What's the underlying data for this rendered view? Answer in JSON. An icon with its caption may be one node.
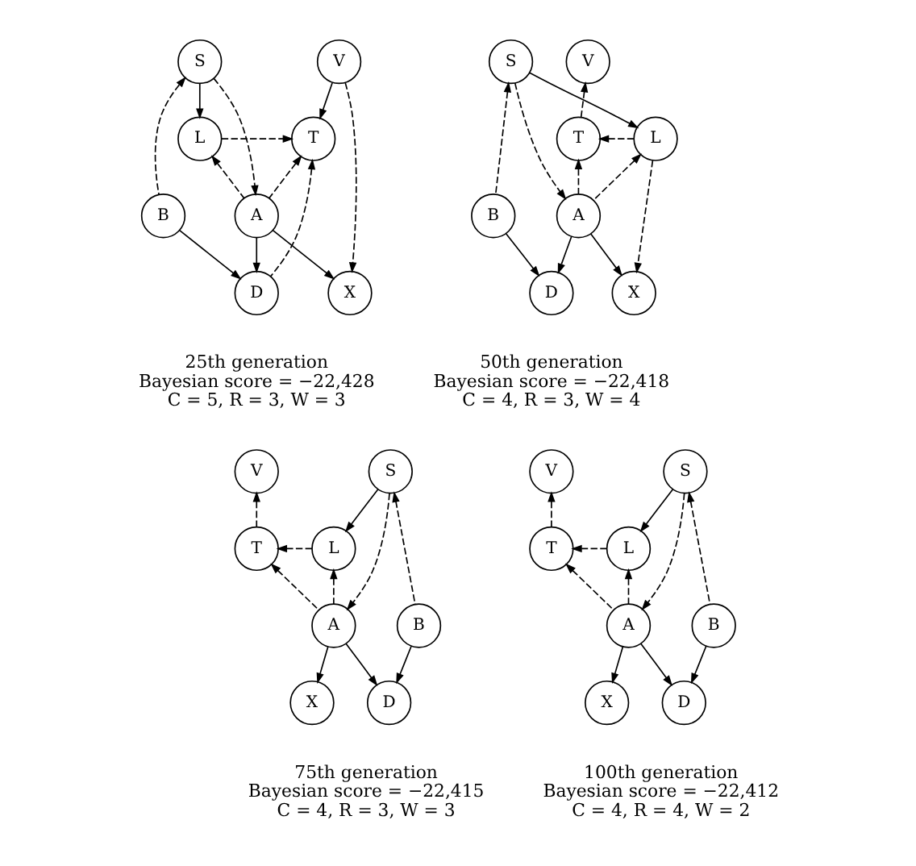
{
  "diagram": {
    "nodes": [
      {
        "text": [
          "V"
        ]
      },
      {
        "text": [
          "S"
        ]
      },
      {
        "text": [
          "T"
        ]
      },
      {
        "text": [
          "L"
        ]
      },
      {
        "text": [
          "A"
        ]
      },
      {
        "text": [
          "B"
        ]
      },
      {
        "text": [
          "X"
        ]
      },
      {
        "text": [
          "D"
        ]
      },
      {
        "text": [
          "V"
        ]
      },
      {
        "text": [
          "S"
        ]
      },
      {
        "text": [
          "T"
        ]
      },
      {
        "text": [
          "L"
        ]
      },
      {
        "text": [
          "A"
        ]
      },
      {
        "text": [
          "B"
        ]
      },
      {
        "text": [
          "X"
        ]
      },
      {
        "text": [
          "D"
        ]
      },
      {
        "text": [
          "V"
        ]
      },
      {
        "text": [
          "S"
        ]
      },
      {
        "text": [
          "T"
        ]
      },
      {
        "text": [
          "L"
        ]
      },
      {
        "text": [
          "A"
        ]
      },
      {
        "text": [
          "B"
        ]
      },
      {
        "text": [
          "X"
        ]
      },
      {
        "text": [
          "D"
        ]
      },
      {
        "text": [
          "V"
        ]
      },
      {
        "text": [
          "S"
        ]
      },
      {
        "text": [
          "T"
        ]
      },
      {
        "text": [
          "L"
        ]
      },
      {
        "text": [
          "A"
        ]
      },
      {
        "text": [
          "B"
        ]
      },
      {
        "text": [
          "X"
        ]
      },
      {
        "text": [
          "D"
        ]
      }
    ],
    "edges": [
      {
        "from": 0,
        "to": 2,
        "arrow": "to"
      },
      {
        "from": 1,
        "to": 3,
        "arrow": "to"
      },
      {
        "from": 3,
        "to": 2,
        "arrow": "to",
        "style": "dashed"
      },
      {
        "from": 4,
        "to": 2,
        "arrow": "to",
        "style": "dashed"
      },
      {
        "from": 4,
        "to": 3,
        "arrow": "to",
        "style": "dashed"
      },
      {
        "from": 1,
        "to": 4,
        "arrow": "to",
        "style": "dashed"
      },
      {
        "from": 5,
        "to": 1,
        "arrow": "to",
        "style": "dashed"
      },
      {
        "from": 4,
        "to": 6,
        "arrow": "to"
      },
      {
        "from": 4,
        "to": 7,
        "arrow": "to"
      },
      {
        "from": 5,
        "to": 7,
        "arrow": "to"
      },
      {
        "from": 7,
        "to": 2,
        "arrow": "to",
        "style": "dashed"
      },
      {
        "from": 0,
        "to": 6,
        "arrow": "to",
        "style": "dashed"
      },
      {
        "from": 10,
        "to": 8,
        "arrow": "to",
        "style": "dashed"
      },
      {
        "from": 9,
        "to": 11,
        "arrow": "to"
      },
      {
        "from": 11,
        "to": 10,
        "arrow": "to",
        "style": "dashed"
      },
      {
        "from": 12,
        "to": 10,
        "arrow": "to",
        "style": "dashed"
      },
      {
        "from": 12,
        "to": 11,
        "arrow": "to",
        "style": "dashed"
      },
      {
        "from": 9,
        "to": 12,
        "arrow": "to",
        "style": "dashed"
      },
      {
        "from": 13,
        "to": 9,
        "arrow": "to",
        "style": "dashed"
      },
      {
        "from": 12,
        "to": 14,
        "arrow": "to"
      },
      {
        "from": 12,
        "to": 15,
        "arrow": "to"
      },
      {
        "from": 13,
        "to": 15,
        "arrow": "to"
      },
      {
        "from": 11,
        "to": 14,
        "arrow": "to",
        "style": "dashed"
      },
      {
        "from": 18,
        "to": 16,
        "arrow": "to",
        "style": "dashed"
      },
      {
        "from": 17,
        "to": 19,
        "arrow": "to"
      },
      {
        "from": 19,
        "to": 18,
        "arrow": "to",
        "style": "dashed"
      },
      {
        "from": 20,
        "to": 18,
        "arrow": "to",
        "style": "dashed"
      },
      {
        "from": 20,
        "to": 19,
        "arrow": "to",
        "style": "dashed"
      },
      {
        "from": 17,
        "to": 20,
        "arrow": "to",
        "style": "dashed"
      },
      {
        "from": 21,
        "to": 17,
        "arrow": "to",
        "style": "dashed"
      },
      {
        "from": 20,
        "to": 22,
        "arrow": "to"
      },
      {
        "from": 20,
        "to": 23,
        "arrow": "to"
      },
      {
        "from": 21,
        "to": 23,
        "arrow": "to"
      },
      {
        "from": 26,
        "to": 24,
        "arrow": "to",
        "style": "dashed"
      },
      {
        "from": 25,
        "to": 27,
        "arrow": "to"
      },
      {
        "from": 27,
        "to": 26,
        "arrow": "to",
        "style": "dashed"
      },
      {
        "from": 28,
        "to": 26,
        "arrow": "to",
        "style": "dashed"
      },
      {
        "from": 28,
        "to": 27,
        "arrow": "to",
        "style": "dashed"
      },
      {
        "from": 25,
        "to": 28,
        "arrow": "to",
        "style": "dashed"
      },
      {
        "from": 29,
        "to": 25,
        "arrow": "to",
        "style": "dashed"
      },
      {
        "from": 28,
        "to": 30,
        "arrow": "to"
      },
      {
        "from": 28,
        "to": 31,
        "arrow": "to"
      },
      {
        "from": 29,
        "to": 31,
        "arrow": "to"
      }
    ],
    "labels": [
      "25th generation",
      "Bayesian score = −22,428",
      "C = 5, R = 3, W = 3",
      "50th generation",
      "Bayesian score = −22,418",
      "C = 4, R = 3, W = 4",
      "75th generation",
      "Bayesian score = −22,415",
      "C = 4, R = 3, W = 3",
      "100th generation",
      "Bayesian score = −22,412",
      "C = 4, R = 4, W = 2"
    ]
  }
}
